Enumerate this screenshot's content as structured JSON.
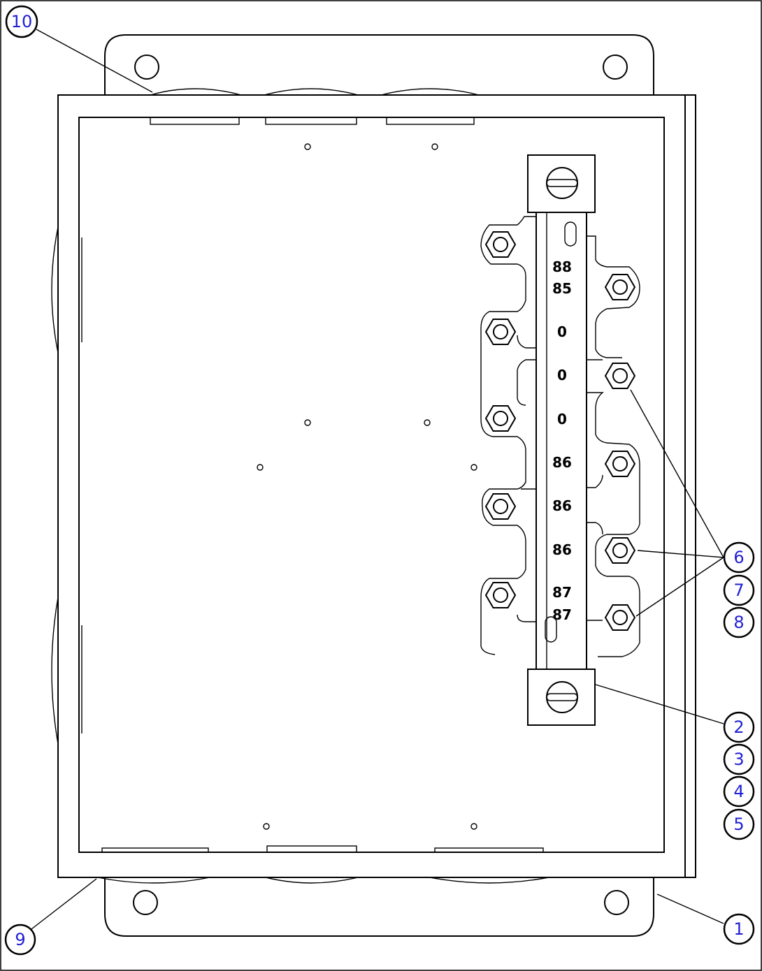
{
  "terminal_labels": [
    "88",
    "85",
    "0",
    "0",
    "0",
    "86",
    "86",
    "86",
    "87",
    "87"
  ],
  "callouts": [
    "10",
    "9",
    "1",
    "2",
    "3",
    "4",
    "5",
    "6",
    "7",
    "8"
  ]
}
